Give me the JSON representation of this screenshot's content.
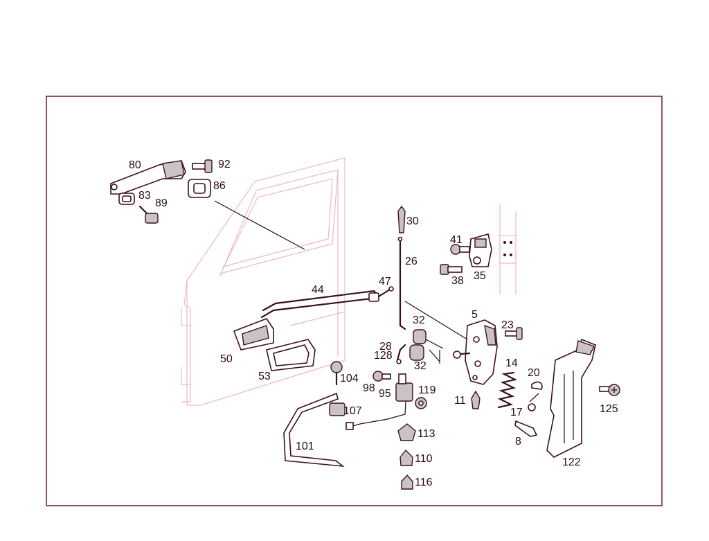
{
  "colors": {
    "frame": "#6b1a2e",
    "outline": "#3a0f1c",
    "door": "#efb7c6",
    "label": "#2a0a14"
  },
  "labels": {
    "p80": "80",
    "p92": "92",
    "p83": "83",
    "p86": "86",
    "p89": "89",
    "p30": "30",
    "p41": "41",
    "p26": "26",
    "p38": "38",
    "p35": "35",
    "p44": "44",
    "p47": "47",
    "p5": "5",
    "p32a": "32",
    "p23": "23",
    "p28": "28",
    "p128": "128",
    "p32b": "32",
    "p14": "14",
    "p20": "20",
    "p50": "50",
    "p53": "53",
    "p104": "104",
    "p98": "98",
    "p95": "95",
    "p119": "119",
    "p11": "11",
    "p17": "17",
    "p125": "125",
    "p107": "107",
    "p8": "8",
    "p113": "113",
    "p101": "101",
    "p122": "122",
    "p110": "110",
    "p116": "116"
  }
}
